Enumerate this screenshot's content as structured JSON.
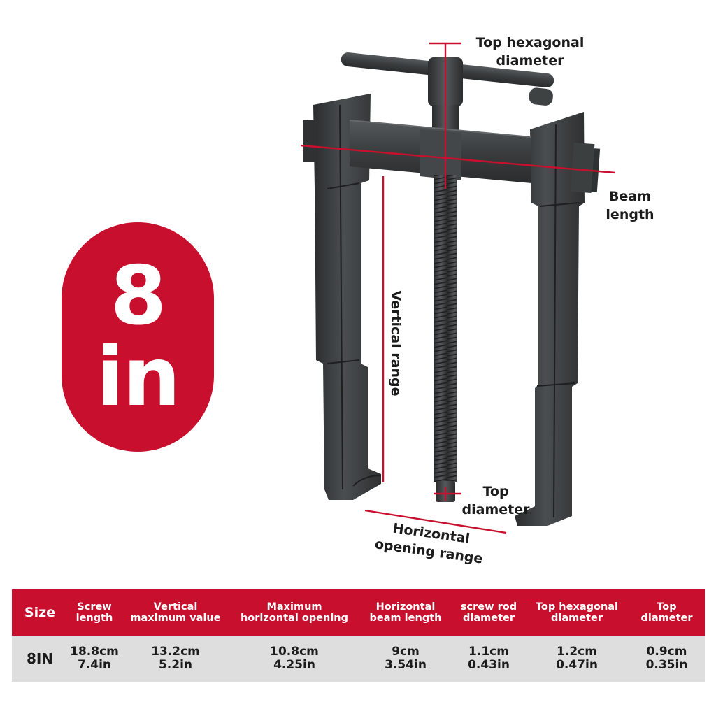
{
  "colors": {
    "accent": "#c8102e",
    "tool": "#3a3d3e",
    "tool_dark": "#262829",
    "tool_light": "#5a5e60",
    "row_bg": "#dedede"
  },
  "badge": {
    "line1": "8",
    "line2": "in"
  },
  "labels": {
    "top_hex": "Top hexagonal\ndiameter",
    "beam_length": "Beam\nlength",
    "vertical_range": "Vertical range",
    "top_diameter": "Top\ndiameter",
    "horizontal_range": "Horizontal\nopening range"
  },
  "table": {
    "headers": [
      "Size",
      "Screw\nlength",
      "Vertical\nmaximum value",
      "Maximum\nhorizontal opening",
      "Horizontal\nbeam length",
      "screw rod\ndiameter",
      "Top hexagonal\ndiameter",
      "Top\ndiameter"
    ],
    "row": [
      "8IN",
      "18.8cm\n7.4in",
      "13.2cm\n5.2in",
      "10.8cm\n4.25in",
      "9cm\n3.54in",
      "1.1cm\n0.43in",
      "1.2cm\n0.47in",
      "0.9cm\n0.35in"
    ]
  }
}
